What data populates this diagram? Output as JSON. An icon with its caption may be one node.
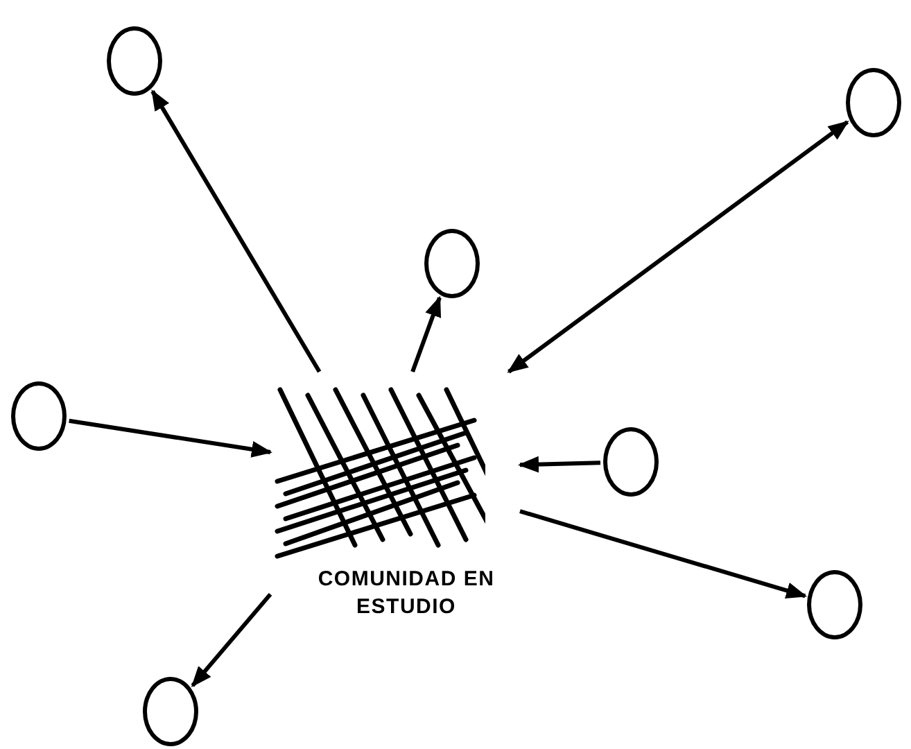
{
  "diagram": {
    "nodes": [
      {
        "text": [
          "COMUNIDAD EN ESTUDIO"
        ]
      },
      {
        "text": [],
        "shape": "circle"
      },
      {
        "text": [],
        "shape": "circle"
      },
      {
        "text": [],
        "shape": "circle"
      },
      {
        "text": [],
        "shape": "circle"
      },
      {
        "text": [],
        "shape": "circle"
      },
      {
        "text": [],
        "shape": "circle"
      },
      {
        "text": [],
        "shape": "circle"
      }
    ],
    "edges": [
      {
        "from": 0,
        "to": 1,
        "arrow": "to"
      },
      {
        "from": 0,
        "to": 2,
        "arrow": "both"
      },
      {
        "from": 0,
        "to": 3,
        "arrow": "to"
      },
      {
        "from": 4,
        "to": 0,
        "arrow": "to"
      },
      {
        "from": 5,
        "to": 0,
        "arrow": "to"
      },
      {
        "from": 0,
        "to": 6,
        "arrow": "to"
      },
      {
        "from": 0,
        "to": 7,
        "arrow": "to"
      }
    ]
  }
}
